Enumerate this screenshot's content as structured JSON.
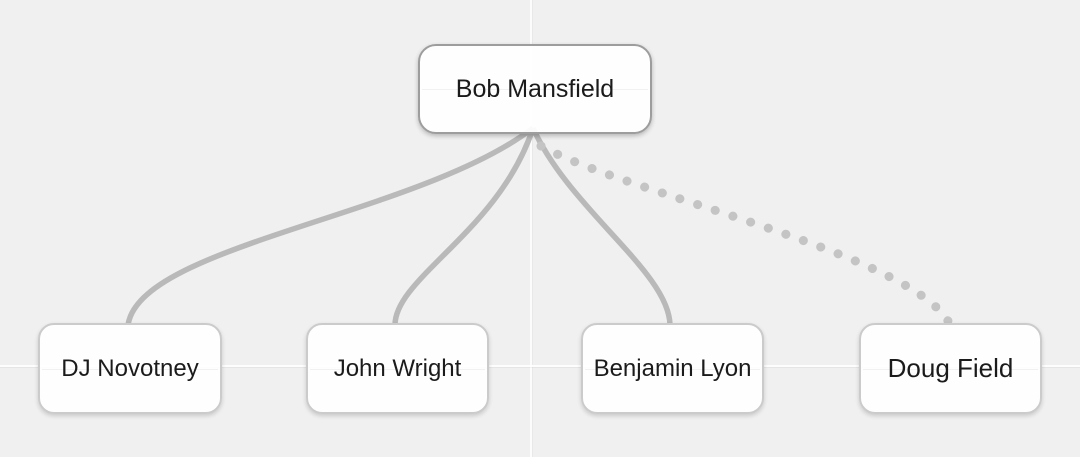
{
  "diagram": {
    "type": "org-chart",
    "background": "#f0f0f0",
    "nodes": {
      "root": {
        "label": "Bob Mansfield"
      },
      "children": [
        {
          "label": "DJ Novotney",
          "connector": "solid"
        },
        {
          "label": "John Wright",
          "connector": "solid"
        },
        {
          "label": "Benjamin Lyon",
          "connector": "solid"
        },
        {
          "label": "Doug Field",
          "connector": "dotted"
        }
      ]
    },
    "colors": {
      "connector_solid": "#b9b9b9",
      "connector_dotted": "#c4c4c4",
      "node_fill": "#ffffff",
      "node_border": "#cbcbcb",
      "root_border": "#9d9d9d",
      "text": "#1b1b1b"
    }
  }
}
